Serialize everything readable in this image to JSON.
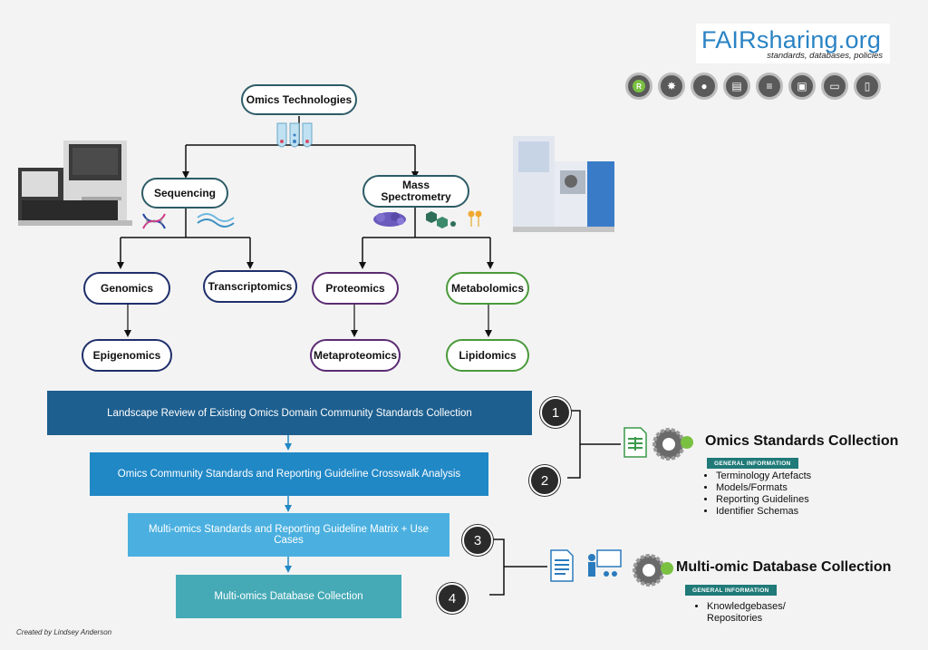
{
  "logo": {
    "fair": "FAIR",
    "sharing": "sharing",
    "org": ".org",
    "tagline": "standards, databases, policies"
  },
  "badges": [
    "R",
    "seal-icon",
    "user-icon",
    "doc-gear-icon",
    "db-gear-icon",
    "doc-check-icon",
    "code-monitor-icon",
    "id-icon"
  ],
  "tree": {
    "root": "Omics Technologies",
    "sequencing": "Sequencing",
    "mass_spec_line1": "Mass",
    "mass_spec_line2": "Spectrometry",
    "genomics": "Genomics",
    "transcriptomics": "Transcriptomics",
    "proteomics": "Proteomics",
    "metabolomics": "Metabolomics",
    "epigenomics": "Epigenomics",
    "metaproteomics": "Metaproteomics",
    "lipidomics": "Lipidomics"
  },
  "steps": [
    {
      "label": "Landscape Review of Existing Omics Domain Community Standards Collection",
      "color": "#1d5f8f"
    },
    {
      "label": "Omics Community Standards and Reporting Guideline Crosswalk Analysis",
      "color": "#2188c6"
    },
    {
      "label": "Multi-omics Standards and Reporting Guideline Matrix + Use Cases",
      "color": "#4bb0e0"
    },
    {
      "label": "Multi-omics Database Collection",
      "color": "#45aab6"
    }
  ],
  "numbers": [
    "1",
    "2",
    "3",
    "4"
  ],
  "collections": {
    "standards": {
      "title": "Omics Standards Collection",
      "tag": "GENERAL INFORMATION",
      "items": [
        "Terminology Artefacts",
        "Models/Formats",
        "Reporting Guidelines",
        "Identifier Schemas"
      ]
    },
    "database": {
      "title": "Multi-omic Database Collection",
      "tag": "GENERAL INFORMATION",
      "items_line1": "Knowledgebases/",
      "items_line2": "Repositories"
    }
  },
  "credit": "Created by Lindsey Anderson",
  "colors": {
    "navy": "#1f2f6b",
    "purple": "#5b2c73",
    "green": "#4a9a3b",
    "teal": "#2d5c67",
    "arrow": "#2188c6"
  }
}
